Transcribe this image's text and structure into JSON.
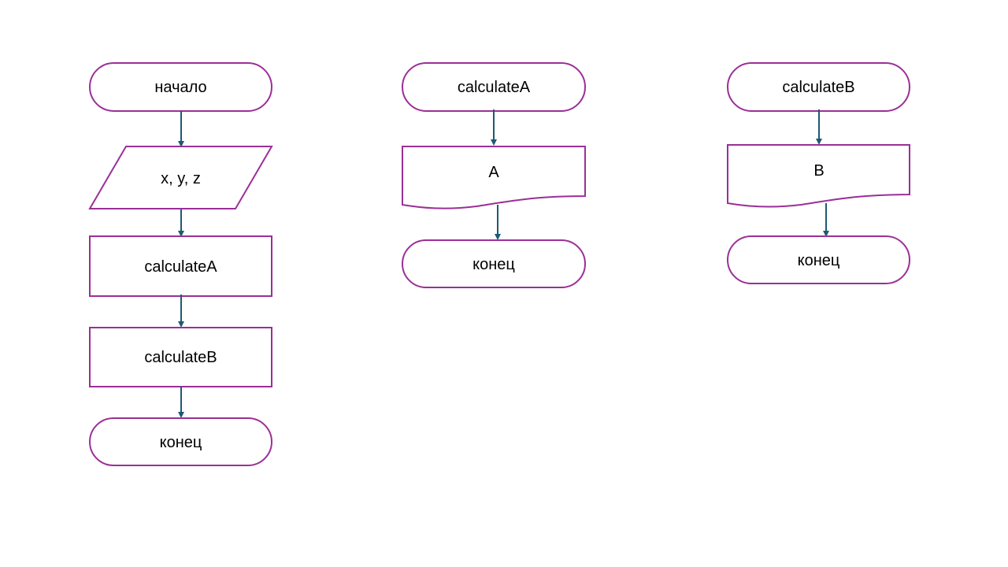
{
  "flowcharts": [
    {
      "start": "начало",
      "input": "x, y, z",
      "step1": "calculateA",
      "step2": "calculateB",
      "end": "конец"
    },
    {
      "start": "calculateA",
      "output": "A",
      "end": "конец"
    },
    {
      "start": "calculateB",
      "output": "B",
      "end": "конец"
    }
  ],
  "colors": {
    "shape_stroke": "#9b2f97",
    "arrow": "#1e5a73",
    "text": "#000000",
    "background": "#ffffff"
  }
}
